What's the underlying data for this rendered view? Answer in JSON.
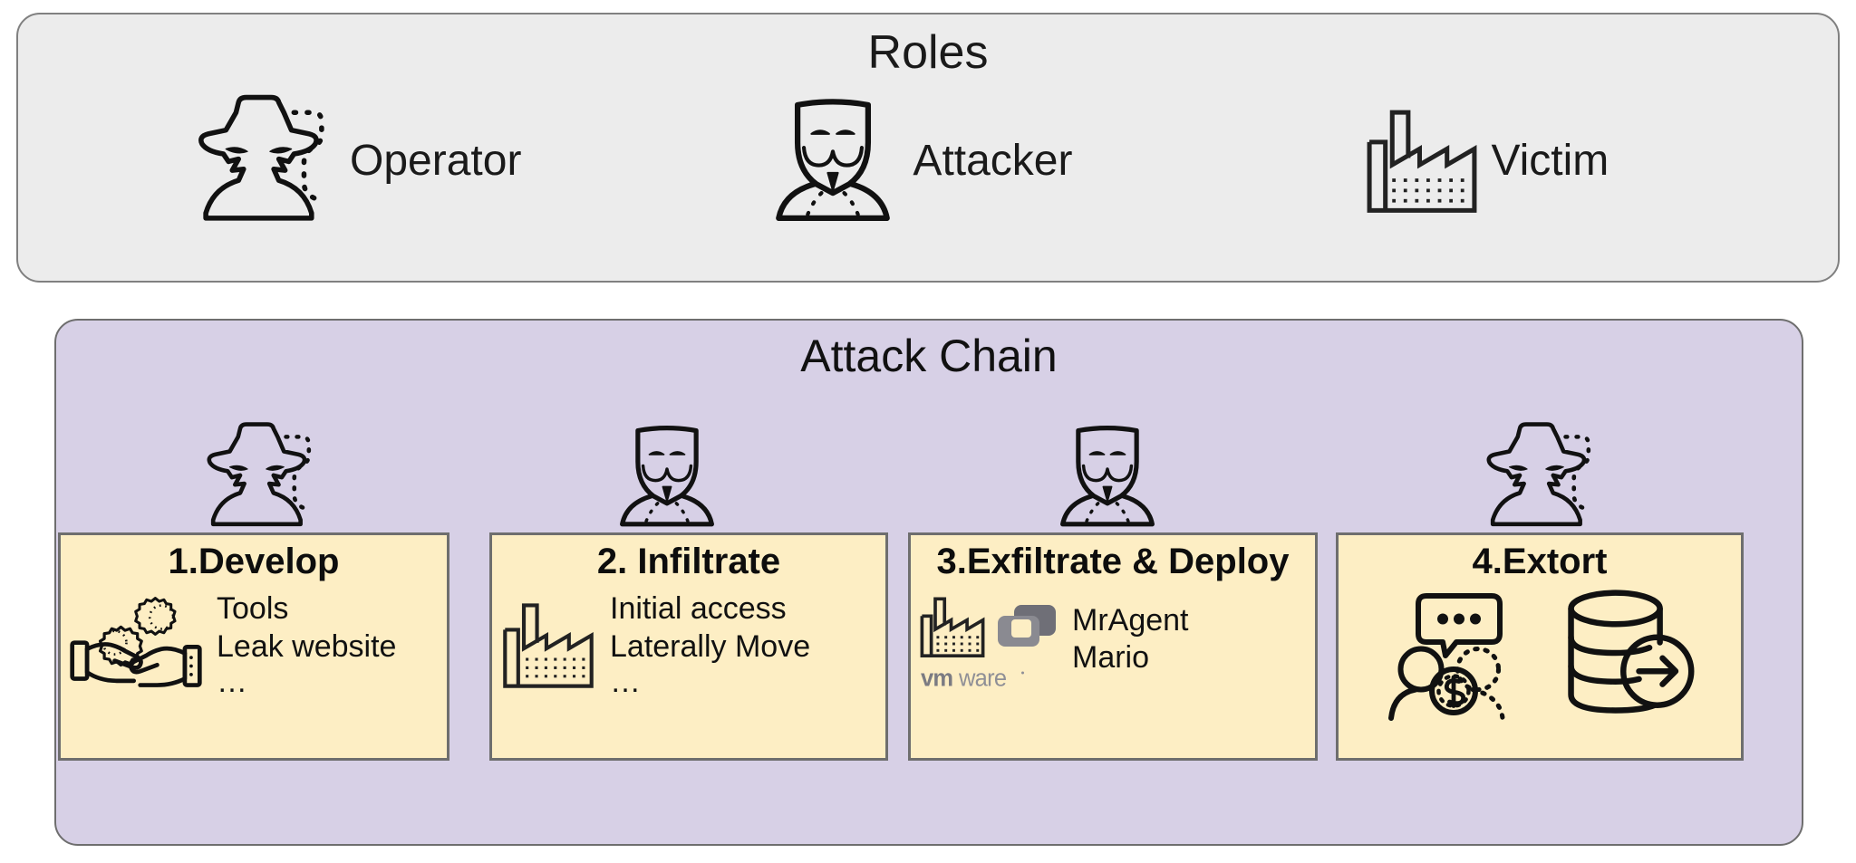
{
  "roles": {
    "title": "Roles",
    "items": [
      {
        "label": "Operator",
        "icon": "hacker-fedora-icon"
      },
      {
        "label": "Attacker",
        "icon": "anonymous-mask-icon"
      },
      {
        "label": "Victim",
        "icon": "factory-icon"
      }
    ]
  },
  "attack_chain": {
    "title": "Attack Chain",
    "steps": [
      {
        "avatar_icon": "hacker-fedora-icon",
        "title": "1.Develop",
        "icon": "hands-exchange-gears-icon",
        "lines": [
          "Tools",
          "Leak website"
        ],
        "ellipsis": "…"
      },
      {
        "avatar_icon": "anonymous-mask-icon",
        "title": "2. Infiltrate",
        "icon": "factory-icon",
        "lines": [
          "Initial access",
          "Laterally Move"
        ],
        "ellipsis": "…"
      },
      {
        "avatar_icon": "anonymous-mask-icon",
        "title": "3.Exfiltrate & Deploy",
        "icon": "factory-icon",
        "logo": "vmware-logo",
        "logo_text": "vmware",
        "lines": [
          "MrAgent",
          "Mario"
        ],
        "ellipsis": ""
      },
      {
        "avatar_icon": "hacker-fedora-icon",
        "title": "4.Extort",
        "icon": "negotiation-money-icon",
        "icon2": "database-exfil-icon",
        "lines": [],
        "ellipsis": ""
      }
    ]
  },
  "colors": {
    "roles_panel_bg": "#ececec",
    "roles_panel_border": "#808080",
    "chain_panel_bg": "#d7d0e6",
    "chain_panel_border": "#6e6e6e",
    "card_bg": "#fdeec4",
    "card_border": "#6e6e6e",
    "ink": "#111111",
    "vmware_grey": "#7b7b82"
  }
}
